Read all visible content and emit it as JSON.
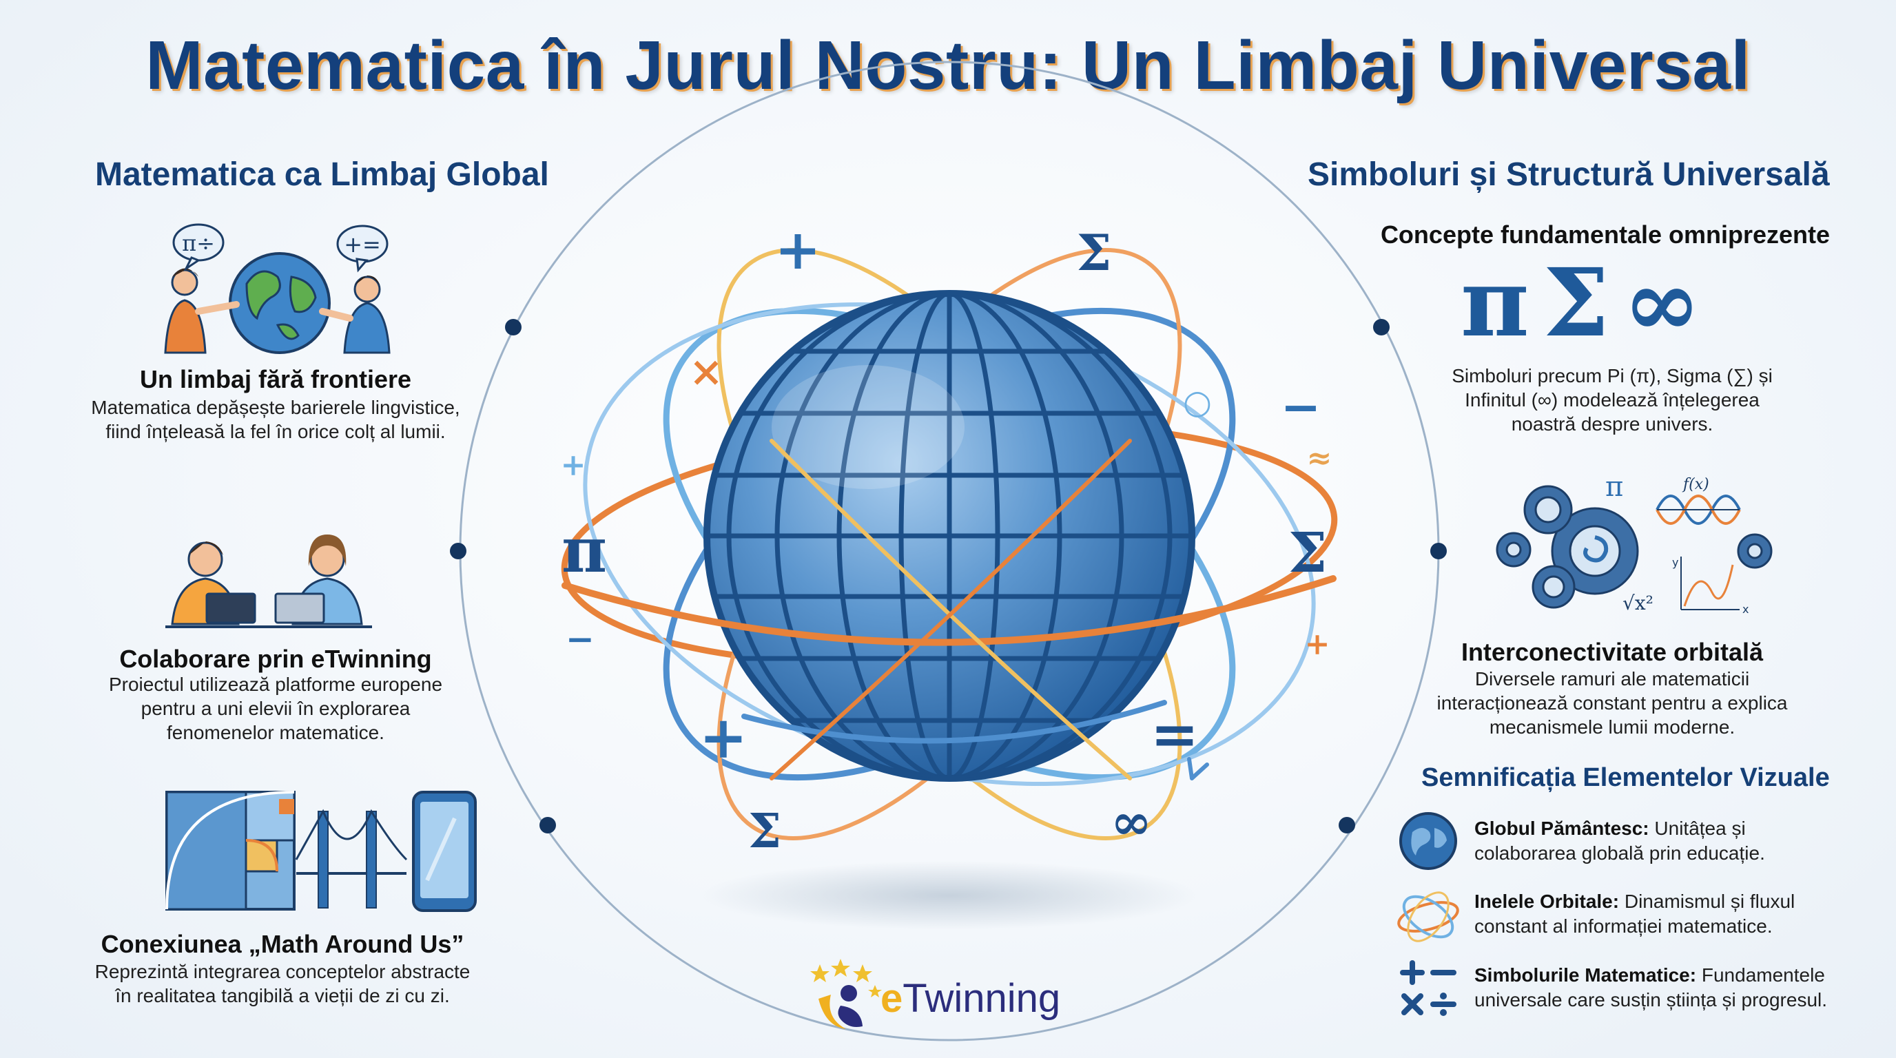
{
  "title": "Matematica în Jurul Nostru: Un Limbaj Universal",
  "left": {
    "section_title": "Matematica ca Limbaj Global",
    "blocks": [
      {
        "title": "Un limbaj fără frontiere",
        "lines": [
          "Matematica depășește barierele lingvistice,",
          "fiind înțeleasă la fel în orice colț al lumii."
        ],
        "bubble_left": "π÷",
        "bubble_right": "+="
      },
      {
        "title": "Colaborare prin eTwinning",
        "lines": [
          "Proiectul utilizează platforme europene",
          "pentru a uni elevii în explorarea",
          "fenomenelor matematice."
        ]
      },
      {
        "title": "Conexiunea „Math Around Us”",
        "lines": [
          "Reprezintă integrarea conceptelor abstracte",
          "în realitatea tangibilă a vieții de zi cu zi."
        ]
      }
    ]
  },
  "right": {
    "section_title": "Simboluri și Structură Universală",
    "concepts": {
      "title": "Concepte fundamentale omniprezente",
      "symbols": [
        "π",
        "Σ",
        "∞"
      ],
      "lines": [
        "Simboluri precum Pi (π), Sigma (∑) și",
        "Infinitul (∞) modelează înțelegerea",
        "noastră despre univers."
      ]
    },
    "gears_labels": {
      "pi": "π",
      "fx": "f(x)",
      "sqrt": "√x²",
      "y": "y",
      "x": "x"
    },
    "orbital": {
      "title": "Interconectivitate orbitală",
      "lines": [
        "Diversele ramuri ale matematicii",
        "interacționează constant pentru a explica",
        "mecanismele lumii moderne."
      ]
    },
    "visual": {
      "title": "Semnificația Elementelor Vizuale",
      "items": [
        {
          "bold": "Globul Pământesc:",
          "line1": "Unitâțea și",
          "line2": "colaborarea globală prin educație."
        },
        {
          "bold": "Inelele Orbitale:",
          "line1": "Dinamismul și fluxul",
          "line2": "constant al informației matematice."
        },
        {
          "bold": "Simbolurile Matematice:",
          "line1": "Fundamentele",
          "line2": "universale care susțin știința și progresul."
        }
      ]
    }
  },
  "center_symbols": [
    "+",
    "Σ",
    "×",
    "π",
    "−",
    "○",
    "≈",
    "Σ",
    "+",
    "−",
    "+",
    "=",
    "Σ",
    "∞",
    "+"
  ],
  "logo": {
    "text_e": "e",
    "text_rest": "Twinning"
  },
  "colors": {
    "title": "#14407c",
    "section": "#153f76",
    "globe": "#2f6fb0",
    "orange": "#e8823a",
    "gold": "#f0c060",
    "light_blue": "#6fb1e3"
  }
}
